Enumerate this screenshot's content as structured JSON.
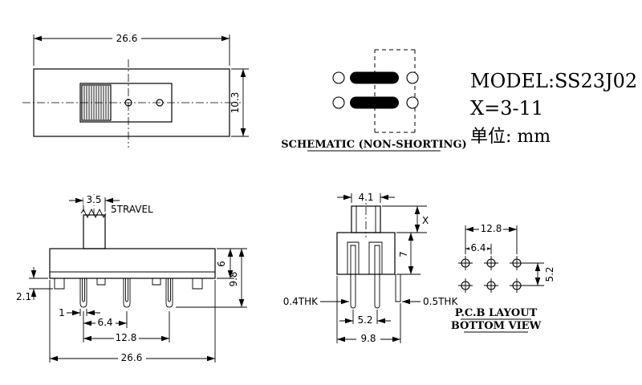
{
  "drawing": {
    "background": "#ffffff",
    "line_color": "#000000"
  },
  "header": {
    "model": "MODEL:SS23J02",
    "x_spec": "X=3-11",
    "unit_label": "单位: mm"
  },
  "schematic": {
    "caption": "SCHEMATIC (NON-SHORTING)"
  },
  "top_view": {
    "dim_width": "26.6",
    "dim_height": "10.3"
  },
  "front_view": {
    "dim_knob_width": "3.5",
    "travel_label": "5TRAVEL",
    "dim_body_height": "6",
    "dim_total_height": "9.8",
    "dim_tab_height": "2.1",
    "dim_pin_width": "1",
    "dim_pin_pitch": "6.4",
    "dim_pin_span": "12.8",
    "dim_body_width": "26.6"
  },
  "side_view": {
    "dim_knob_width": "4.1",
    "dim_actuator_height": "X",
    "dim_body_height": "7",
    "thk_left": "0.4THK",
    "thk_right": "0.5THK",
    "dim_pin_span": "5.2",
    "dim_depth": "9.8"
  },
  "pcb_layout": {
    "dim_span": "12.8",
    "dim_pitch": "6.4",
    "dim_row_spacing": "5.2",
    "caption_line1": "P.C.B LAYOUT",
    "caption_line2": "BOTTOM VIEW"
  }
}
